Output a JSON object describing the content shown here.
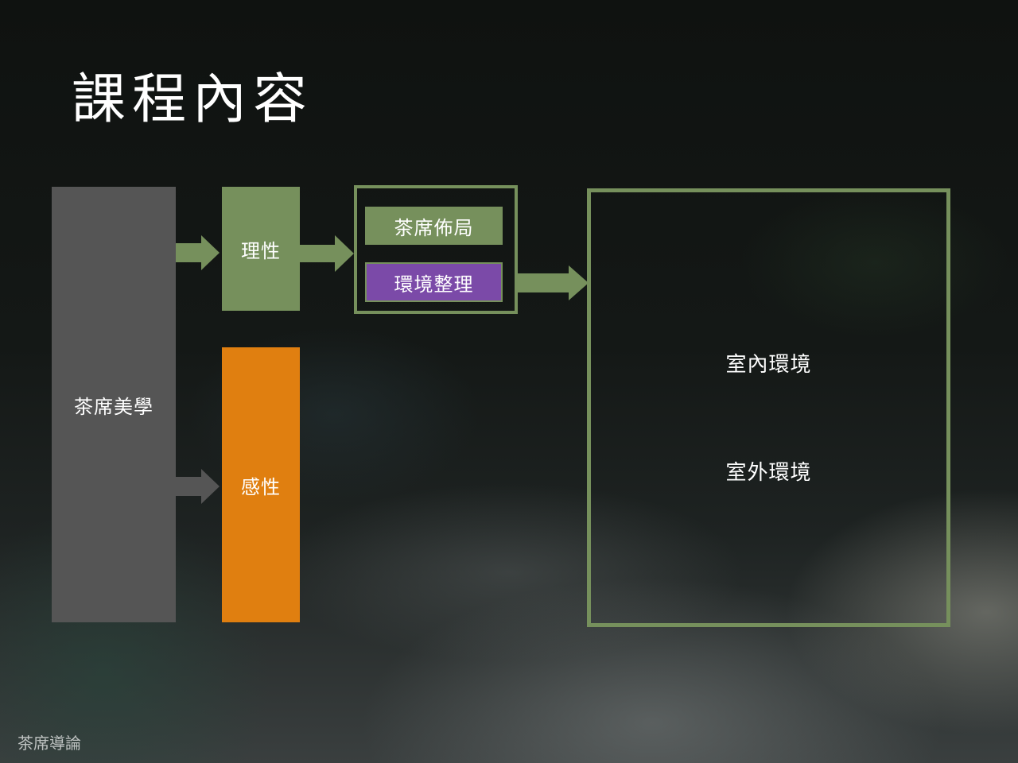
{
  "slide": {
    "title": "課程內容",
    "footer": "茶席導論"
  },
  "diagram": {
    "root": {
      "label": "茶席美學"
    },
    "branches": [
      {
        "label": "理性"
      },
      {
        "label": "感性"
      }
    ],
    "rational_items": [
      {
        "label": "茶席佈局"
      },
      {
        "label": "環境整理"
      }
    ],
    "environment": [
      {
        "label": "室內環境"
      },
      {
        "label": "室外環境"
      }
    ]
  },
  "colors": {
    "green": "#76905c",
    "orange": "#e07f10",
    "purple": "#7b4aa8",
    "gray": "#555555"
  }
}
